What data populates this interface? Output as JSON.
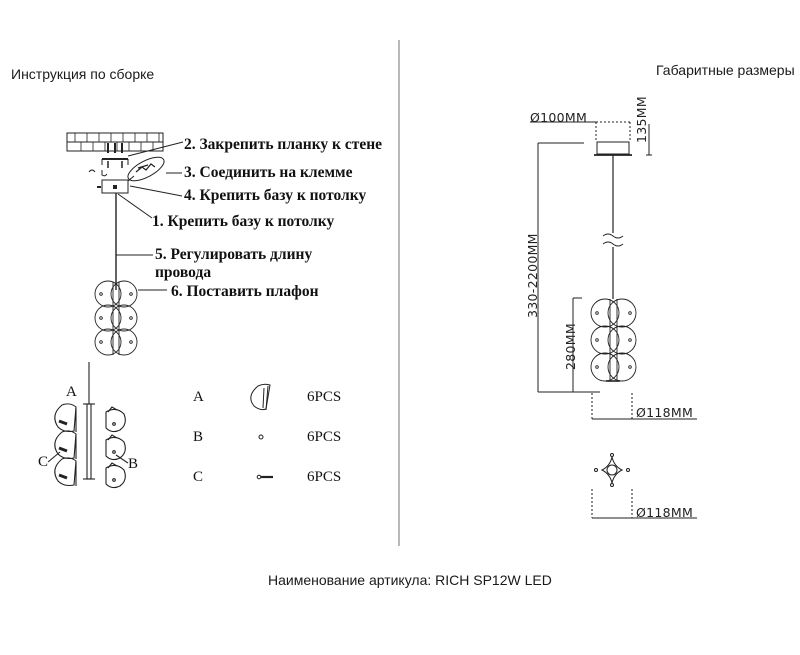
{
  "left_panel": {
    "title": "Инструкция по сборке",
    "steps": [
      {
        "label": "2. Закрепить планку к стене"
      },
      {
        "label": "3. Соединить на клемме"
      },
      {
        "label": "4. Крепить базу к потолку"
      },
      {
        "label": "1. Крепить базу к потолку"
      },
      {
        "label": "5. Регулировать длину"
      },
      {
        "label": "провода"
      },
      {
        "label": "6. Поставить плафон"
      }
    ],
    "assembly_labels": {
      "a": "A",
      "b": "B",
      "c": "C"
    },
    "parts": [
      {
        "letter": "A",
        "icon": "shade-part-icon",
        "qty": "6PCS"
      },
      {
        "letter": "B",
        "icon": "ring-part-icon",
        "qty": "6PCS"
      },
      {
        "letter": "C",
        "icon": "pin-part-icon",
        "qty": "6PCS"
      }
    ]
  },
  "right_panel": {
    "title": "Габаритные размеры",
    "dimensions": {
      "canopy_diameter": "Ø100MM",
      "canopy_height": "135MM",
      "total_length": "330-2200MM",
      "shade_height": "280MM",
      "shade_diameter": "Ø118MM",
      "top_view_diameter": "Ø118MM"
    }
  },
  "footer": {
    "article_label": "Наименование артикула: RICH SP12W LED"
  },
  "colors": {
    "line": "#222222",
    "divider": "#888888",
    "text": "#1a1a1a"
  }
}
